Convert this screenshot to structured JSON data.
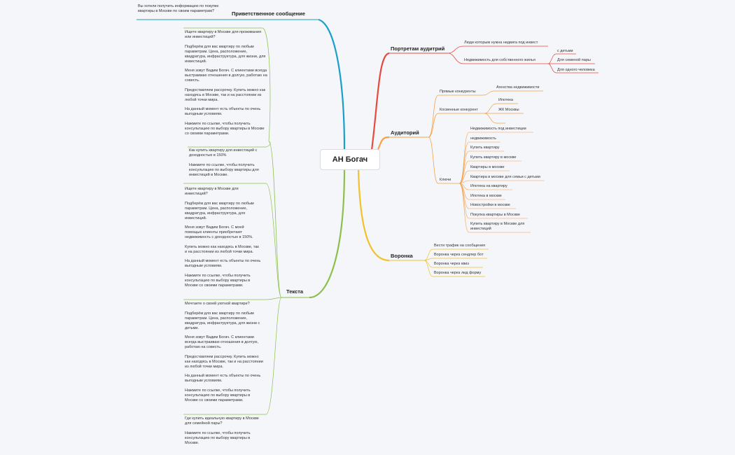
{
  "root": "АН Богач",
  "welcome": {
    "title": "Приветственное сообщение",
    "text": "Вы хотели получить информацию по покупке квартиры в Москве по своим параметрам?"
  },
  "portraits": {
    "title": "Портретам аудитрий",
    "items": [
      "Люди которым нужна недвига под инвест",
      "Недвижимость для собственного жилья"
    ],
    "sub": [
      "с детьми",
      "Для семеной пары",
      "Для одного человека"
    ]
  },
  "audience": {
    "title": "Аудиторий",
    "direct": "Прямые конкуренты",
    "direct_sub": "Агенства недвижимости",
    "indirect": "Косвенные конкурент",
    "indirect_sub": [
      "Ипотека",
      "ЖК Москвы"
    ],
    "keys": "Ключи",
    "key_items": [
      "Недвижимость под инвестиции",
      "недвижимость",
      "Купить квартиру",
      "Купить квартиру в москве",
      "Квартиры в москве",
      "Квартира в москве для семьи с детьми",
      "Ипотека на квартиру",
      "Ипотека в москве",
      "Новостройки в москве",
      "Покупка квартиры в Москве",
      "Купить квартиру в Москве для инвестиций"
    ]
  },
  "funnel": {
    "title": "Воронка",
    "items": [
      "Вести трафик на сообщения",
      "Воронка через сендлер бот",
      "Воронка через квиз",
      "Воронка через лид форму"
    ]
  },
  "texts": {
    "title": "Текста",
    "block1": [
      "Ищете квартиру в Москве для проживания или инвестиций?",
      "Подберём для вас квартиру по любым параметрам. Цена, расположение, квадратура, инфраструктура, для жизни, для инвестиций.",
      "Меня зовут Вадим Богач. С клиентами всегда выстраиваю отношения в долгую, работаю на совесть.",
      "Предоставляем рассрочку. Купить можно как находясь в Москве, так и на расстоянии из любой точки мира.",
      "На данный момент есть объекты по очень выгодным условиям.",
      "Нажмите по ссылке, чтобы получить консультацию по выбору квартиры в Москве со своими параметрами."
    ],
    "block2": [
      "Как купить квартиру для инвестиций с доходностью в 150%",
      "Нажмите по ссылке, чтобы получить консультацию по выбору квартиры для инвестиций в Москве."
    ],
    "block3": [
      "Ищете квартиру в Москве для инвестиций?",
      "Подберём для вас квартиру по любым параметрам. Цена, расположение, квадратура, инфраструктура, для инвестиций.",
      "Меня зовут Вадим Богач. С моей помощью клиенты приобретают недвижимость с доходностью в 150%.",
      "Купить можно как находясь в Москве, так и на расстоянии из любой точки мира.",
      "На данный момент есть объекты по очень выгодным условиям.",
      "Нажмите по ссылке, чтобы получить консультацию по выбору квартиры в Москве со своими параметрами."
    ],
    "block4": [
      "Мечтаете о своей уютной квартире?",
      "Подберём для вас квартиру по любым параметрам. Цена, расположение, квадратура, инфраструктура, для жизни с детьми.",
      "Меня зовут Вадим Богач. С клиентами всегда выстраиваю отношения в долгую, работаю на совесть.",
      "Предоставляем рассрочку. Купить можно как находясь в Москве, так и на расстоянии из любой точки мира.",
      "На данный момент есть объекты по очень выгодным условиям.",
      "Нажмите по ссылке, чтобы получить консультацию по выбору квартиры в Москве со своими параметрами."
    ],
    "block5": [
      "Где купить идеальную квартиру в Москве для семейной пары?",
      "Нажмите по ссылке, чтобы получить консультацию по выбору квартиры в Москве."
    ]
  },
  "colors": {
    "welcome": "#1aa0c8",
    "portraits": "#e8493d",
    "audience": "#f5a04a",
    "funnel": "#f2c12e",
    "texts": "#8cc04a"
  }
}
